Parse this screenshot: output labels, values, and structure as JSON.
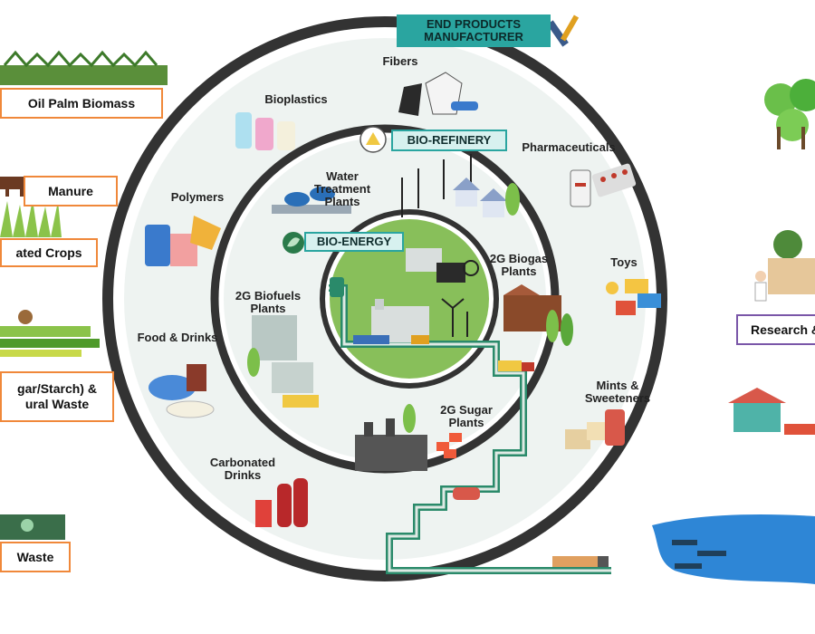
{
  "feedstocks": {
    "oil_palm": "Oil Palm Biomass",
    "manure": "Manure",
    "crops": "ated Crops",
    "agri_waste_line1": "gar/Starch) &",
    "agri_waste_line2": "ural Waste",
    "waste": "Waste"
  },
  "end_users": {
    "research": "Research &"
  },
  "rings": {
    "outer_banner": "END PRODUCTS MANUFACTURER",
    "middle_banner": "BIO-REFINERY",
    "inner_banner": "BIO-ENERGY"
  },
  "products": {
    "fibers": "Fibers",
    "bioplastics": "Bioplastics",
    "pharmaceuticals": "Pharmaceuticals",
    "polymers": "Polymers",
    "toys": "Toys",
    "food_drinks": "Food & Drinks",
    "mints": "Mints & Sweeteners",
    "carbonated": "Carbonated Drinks"
  },
  "plants": {
    "water_treatment": "Water Treatment Plants",
    "biogas": "2G Biogas Plants",
    "biofuels": "2G Biofuels Plants",
    "sugar": "2G Sugar Plants"
  },
  "colors": {
    "ring_dark": "#333333",
    "ring_fill": "#eef3f1",
    "teal": "#2aa5a0",
    "feedstock_border": "#f0883a",
    "research_border": "#7a56a8",
    "core_green": "#88bf5a",
    "water": "#2e86d6"
  }
}
